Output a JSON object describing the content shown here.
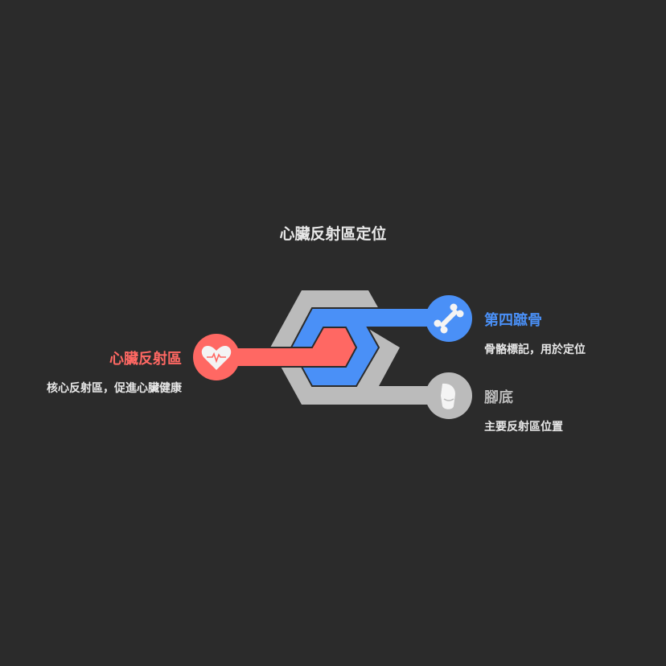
{
  "title": "心臟反射區定位",
  "colors": {
    "heart": "#ff6863",
    "bone": "#4a90f7",
    "foot": "#bbbbbb",
    "background": "#2b2b2b"
  },
  "items": [
    {
      "label": "心臟反射區",
      "description": "核心反射區，促進心臟健康",
      "icon": "heart-pulse-icon"
    },
    {
      "label": "第四蹠骨",
      "description": "骨骼標記，用於定位",
      "icon": "bone-icon"
    },
    {
      "label": "腳底",
      "description": "主要反射區位置",
      "icon": "foot-icon"
    }
  ]
}
